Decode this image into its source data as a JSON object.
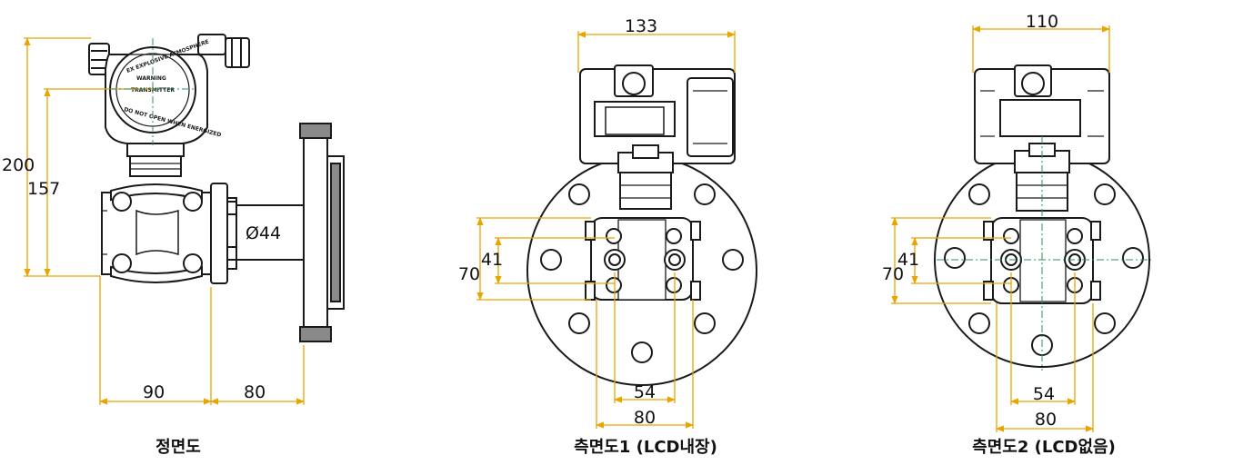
{
  "front_view": {
    "caption": "정면도",
    "dims": {
      "total_height": "200",
      "height_to_center": "157",
      "body_width": "90",
      "flange_offset": "80",
      "pipe_diameter": "Ø44"
    },
    "housing_marking_lines": [
      "EX EXPLOSIVE ATMOSPHERE",
      "WARNING",
      "TRANSMITTER",
      "DO NOT OPEN WHEN ENERGIZED"
    ]
  },
  "side_view_1": {
    "caption": "측면도1 (LCD내장)",
    "dims": {
      "housing_width": "133",
      "bolt_inner": "41",
      "bolt_outer": "70",
      "hole_inner": "54",
      "hole_outer": "80"
    }
  },
  "side_view_2": {
    "caption": "측면도2 (LCD없음)",
    "dims": {
      "housing_width": "110",
      "bolt_inner": "41",
      "bolt_outer": "70",
      "hole_inner": "54",
      "hole_outer": "80"
    }
  },
  "colors": {
    "line": "#1a1a1a",
    "dimension": "#e8a500",
    "centerline": "#2f8f5a",
    "shade": "#8a8a8a",
    "fill": "#ffffff"
  }
}
